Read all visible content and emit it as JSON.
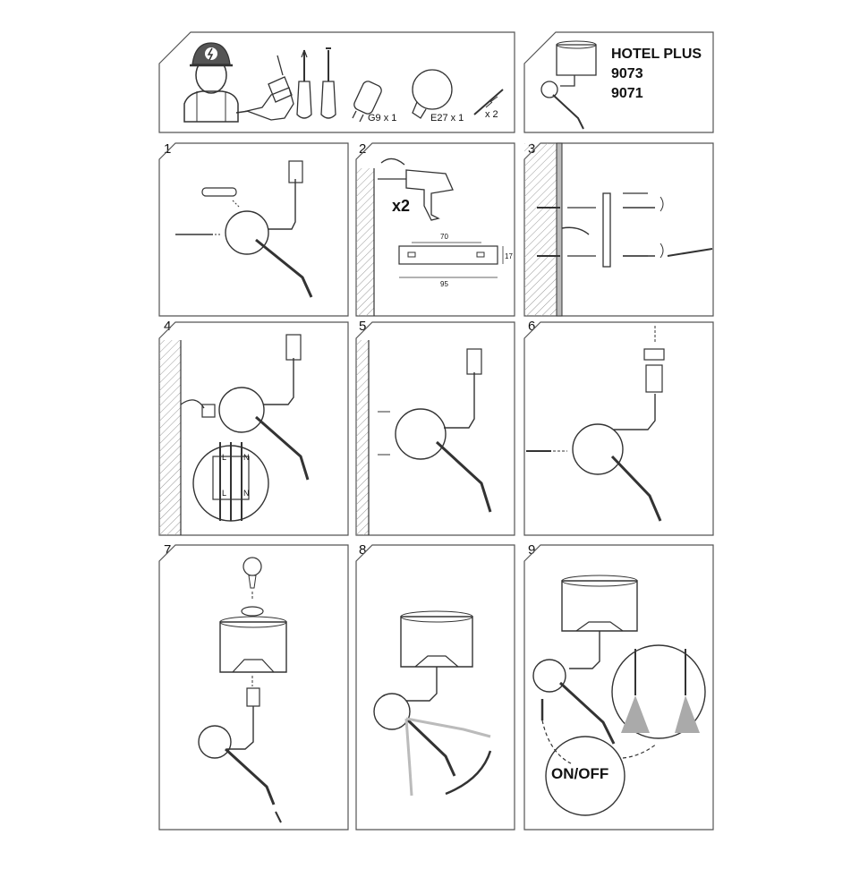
{
  "header": {
    "tools": {
      "g9": "G9 x 1",
      "e27": "E27 x 1",
      "screws": "x 2"
    },
    "product": {
      "name": "HOTEL PLUS",
      "codes": [
        "9073",
        "9071"
      ]
    }
  },
  "steps": [
    {
      "number": "1"
    },
    {
      "number": "2",
      "drill_count": "x2",
      "dim_top": "70",
      "dim_side": "17",
      "dim_bottom": "95"
    },
    {
      "number": "3"
    },
    {
      "number": "4",
      "wire_top": [
        "L",
        "N"
      ],
      "wire_bottom": [
        "L",
        "N"
      ]
    },
    {
      "number": "5"
    },
    {
      "number": "6"
    },
    {
      "number": "7"
    },
    {
      "number": "8"
    },
    {
      "number": "9",
      "switch_label": "ON/OFF"
    }
  ]
}
